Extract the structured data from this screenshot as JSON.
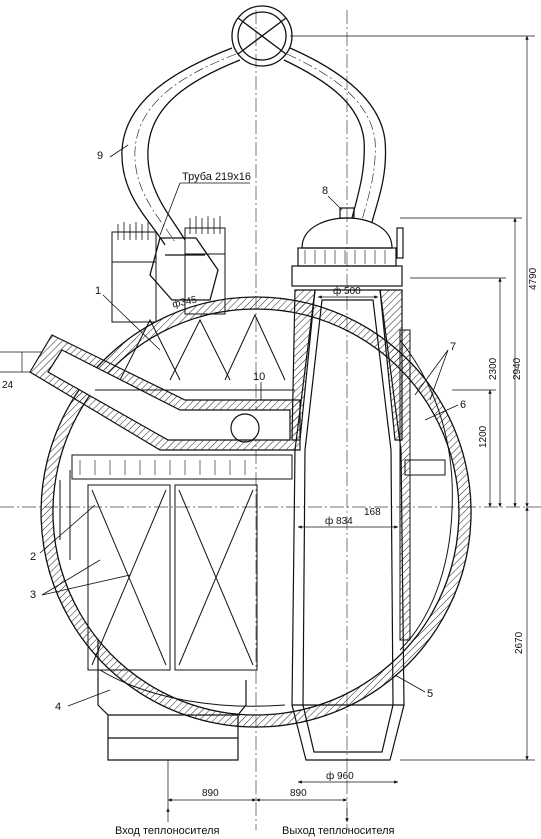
{
  "labels": {
    "pipe": "Труба 219х16",
    "inlet": "Вход теплоносителя",
    "outlet": "Выход теплоносителя"
  },
  "callouts": [
    "1",
    "2",
    "3",
    "4",
    "5",
    "6",
    "7",
    "8",
    "9",
    "10"
  ],
  "dimensions": {
    "d345": "ф345",
    "d500": "ф 500",
    "d834": "ф 834",
    "d960": "ф 960",
    "d168": "168",
    "d24": "24",
    "h4790": "4790",
    "h2940": "2940",
    "h2300": "2300",
    "h1200": "1200",
    "h2670": "2670",
    "w890a": "890",
    "w890b": "890"
  }
}
